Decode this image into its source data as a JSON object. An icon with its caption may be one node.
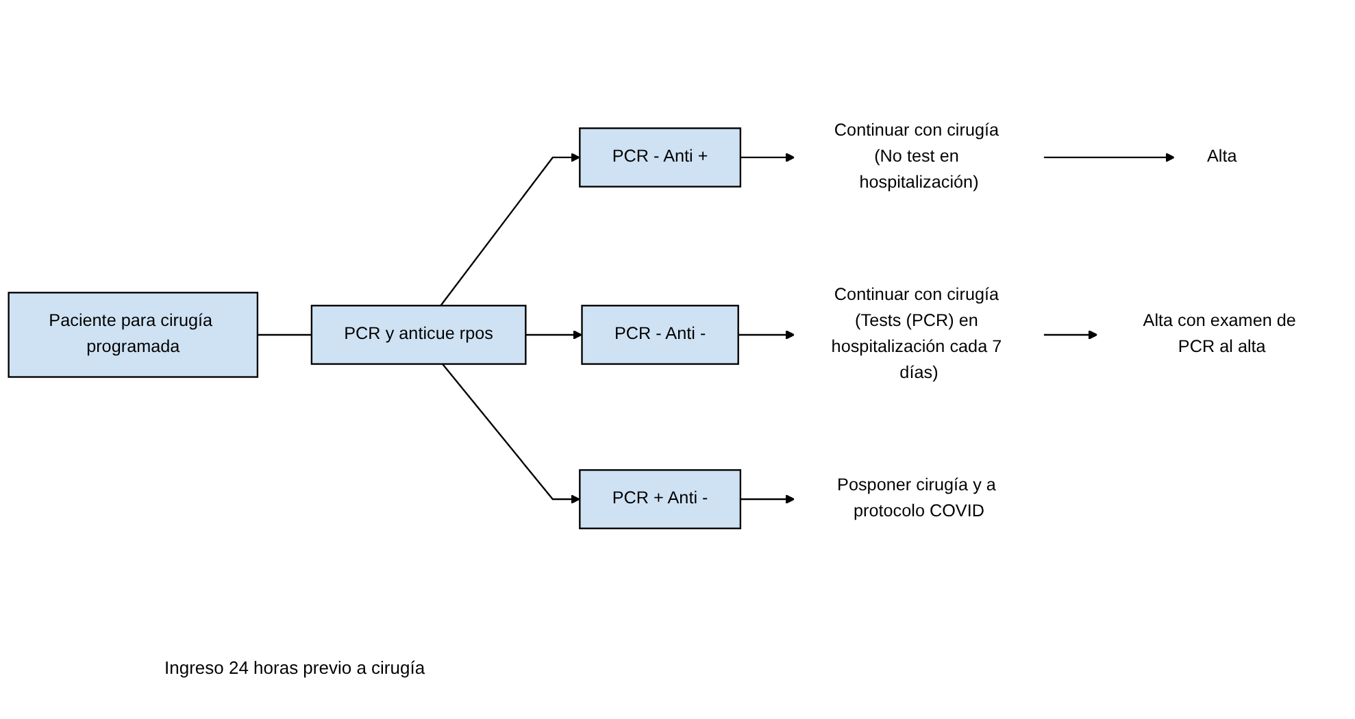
{
  "diagram": {
    "nodes": [
      {
        "text": [
          "Paciente para cirugía programada"
        ]
      },
      {
        "text": [
          "PCR y anticue rpos"
        ]
      },
      {
        "text": [
          "PCR - Anti +"
        ]
      },
      {
        "text": [
          "PCR - Anti -"
        ]
      },
      {
        "text": [
          "PCR + Anti -"
        ]
      },
      {
        "text": [
          "Continuar con cirugía (No test en hospitalización)"
        ]
      },
      {
        "text": [
          "Alta"
        ]
      },
      {
        "text": [
          "Continuar con cirugía (Tests (PCR) en hospitalización cada 7 días)"
        ]
      },
      {
        "text": [
          "Alta con examen de PCR al alta"
        ]
      },
      {
        "text": [
          "Posponer cirugía y a protocolo COVID"
        ]
      }
    ],
    "edges": [
      {
        "from": 0,
        "to": 1,
        "arrow": "none"
      },
      {
        "from": 1,
        "to": 2,
        "arrow": "to"
      },
      {
        "from": 1,
        "to": 3,
        "arrow": "to"
      },
      {
        "from": 1,
        "to": 4,
        "arrow": "to"
      },
      {
        "from": 2,
        "to": 5,
        "arrow": "to"
      },
      {
        "from": 5,
        "to": 6,
        "arrow": "to"
      },
      {
        "from": 3,
        "to": 7,
        "arrow": "to"
      },
      {
        "from": 7,
        "to": 8,
        "arrow": "to"
      },
      {
        "from": 4,
        "to": 9,
        "arrow": "to"
      }
    ],
    "labels": [
      "Ingreso 24 horas previo a cirugía"
    ]
  }
}
